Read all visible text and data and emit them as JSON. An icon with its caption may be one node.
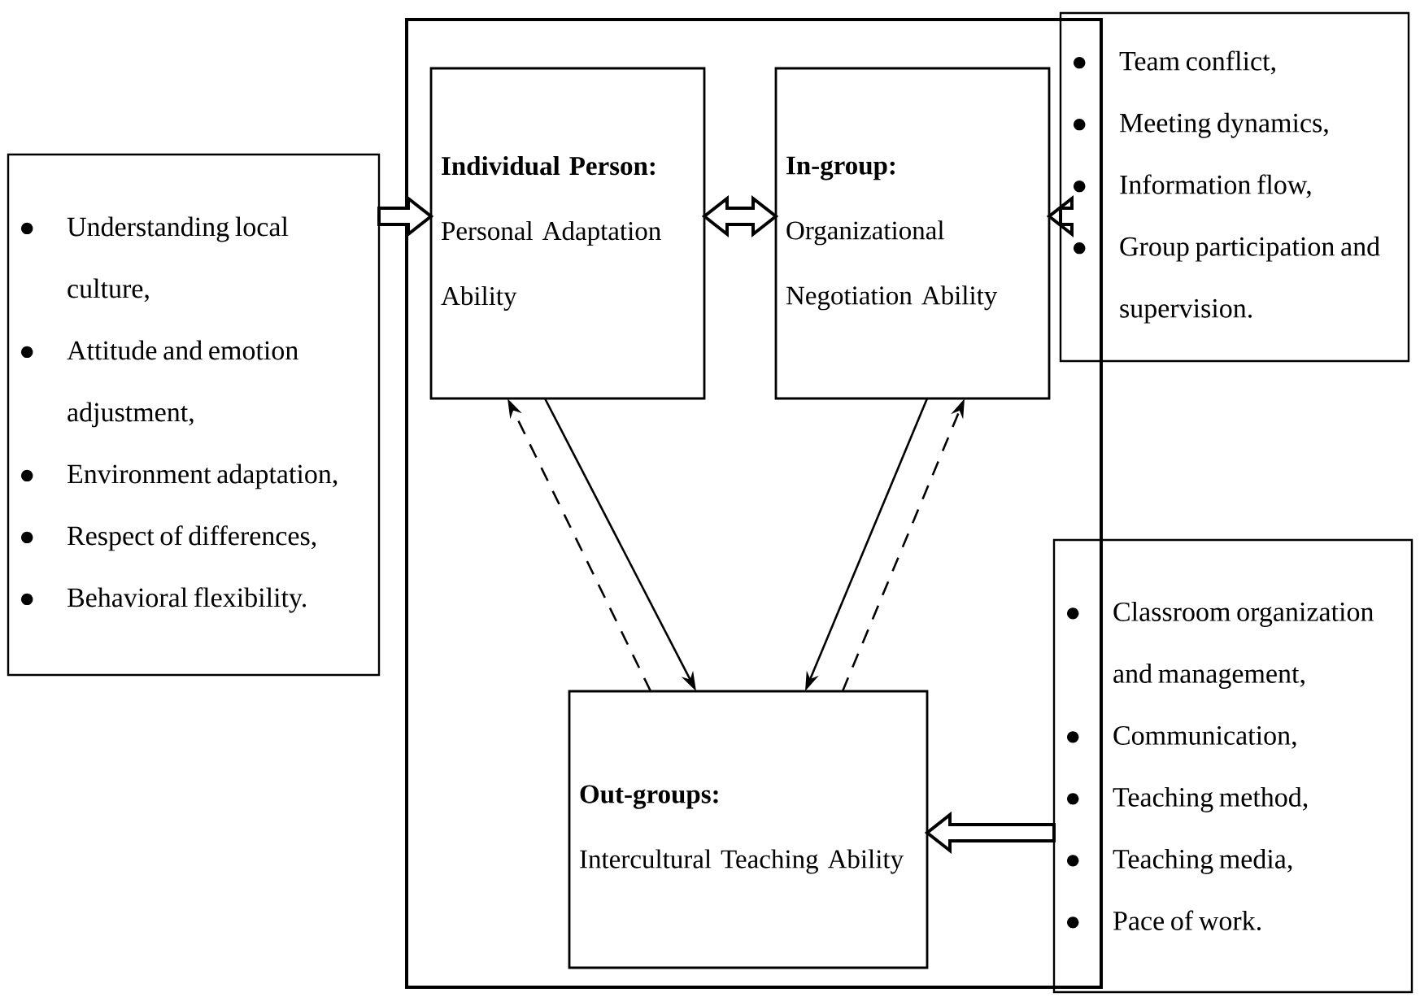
{
  "diagram": {
    "nodes": [
      {
        "text": [],
        "shape": "box"
      },
      {
        "text": [
          "Individual Person:",
          "Personal Adaptation Ability"
        ],
        "in": 0
      },
      {
        "text": [
          "In-group:",
          "Organizational Negotiation Ability"
        ],
        "in": 0
      },
      {
        "text": [
          "Out-groups:",
          "Intercultural Teaching Ability"
        ],
        "in": 0
      },
      {
        "text": [
          "Understanding local culture,",
          "Attitude and emotion adjustment,",
          "Environment adaptation,",
          "Respect of differences,",
          "Behavioral flexibility."
        ]
      },
      {
        "text": [
          "Team conflict,",
          "Meeting dynamics,",
          "Information flow,",
          "Group participation and supervision."
        ]
      },
      {
        "text": [
          "Classroom organization and management,",
          "Communication,",
          "Teaching method,",
          "Teaching media,",
          "Pace of work."
        ]
      }
    ],
    "edges": [
      {
        "from": 4,
        "to": 1,
        "arrow": "to",
        "style": "thick"
      },
      {
        "from": 1,
        "to": 2,
        "arrow": "both",
        "style": "thick"
      },
      {
        "from": 5,
        "to": 2,
        "arrow": "to",
        "style": "thick"
      },
      {
        "from": 1,
        "to": 3,
        "arrow": "to"
      },
      {
        "from": 3,
        "to": 1,
        "arrow": "to",
        "style": "dashed"
      },
      {
        "from": 2,
        "to": 3,
        "arrow": "to"
      },
      {
        "from": 3,
        "to": 2,
        "arrow": "to",
        "style": "dashed"
      },
      {
        "from": 6,
        "to": 3,
        "arrow": "to",
        "style": "thick"
      }
    ]
  }
}
